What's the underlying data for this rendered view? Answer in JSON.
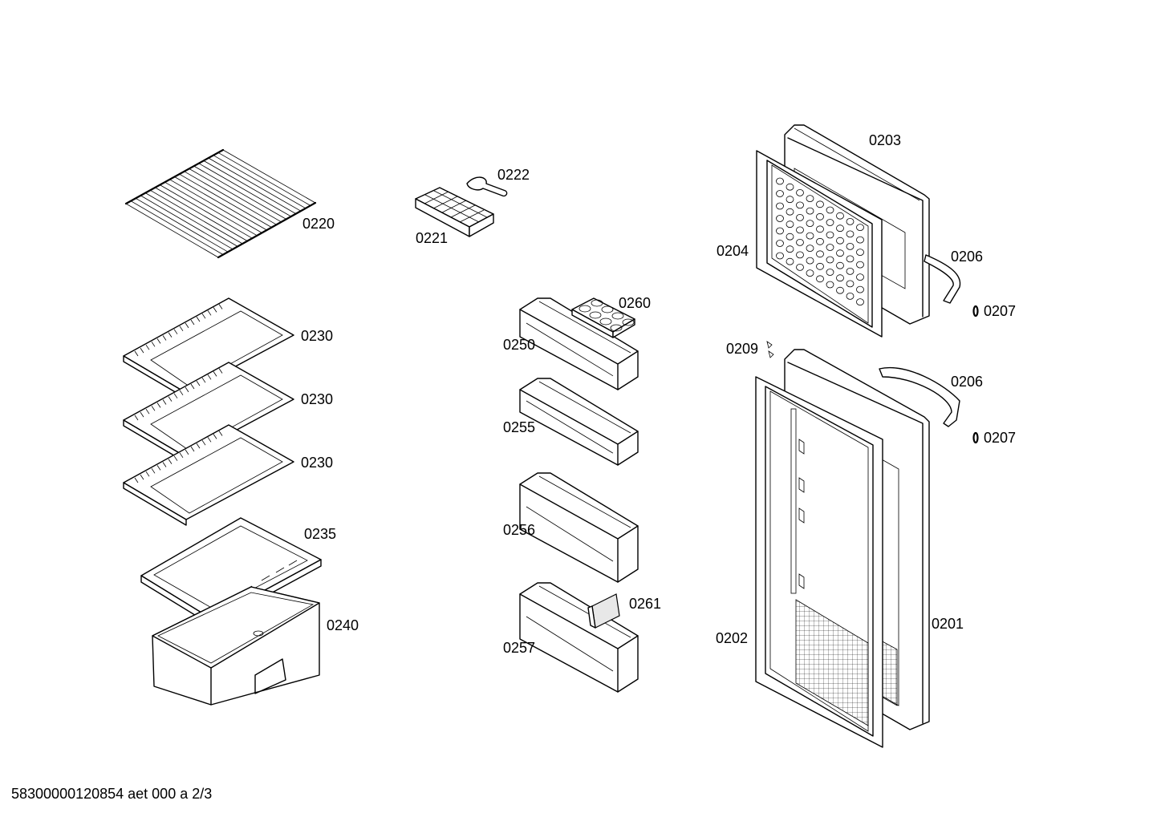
{
  "parts": {
    "p0220": "0220",
    "p0221": "0221",
    "p0222": "0222",
    "p0230a": "0230",
    "p0230b": "0230",
    "p0230c": "0230",
    "p0235": "0235",
    "p0240": "0240",
    "p0250": "0250",
    "p0255": "0255",
    "p0256": "0256",
    "p0257": "0257",
    "p0260": "0260",
    "p0261": "0261",
    "p0201": "0201",
    "p0202": "0202",
    "p0203": "0203",
    "p0204": "0204",
    "p0206a": "0206",
    "p0206b": "0206",
    "p0207a": "0207",
    "p0207b": "0207",
    "p0209": "0209"
  },
  "footer": {
    "doc_id": "58300000120854 aet 000 a 2/3"
  }
}
